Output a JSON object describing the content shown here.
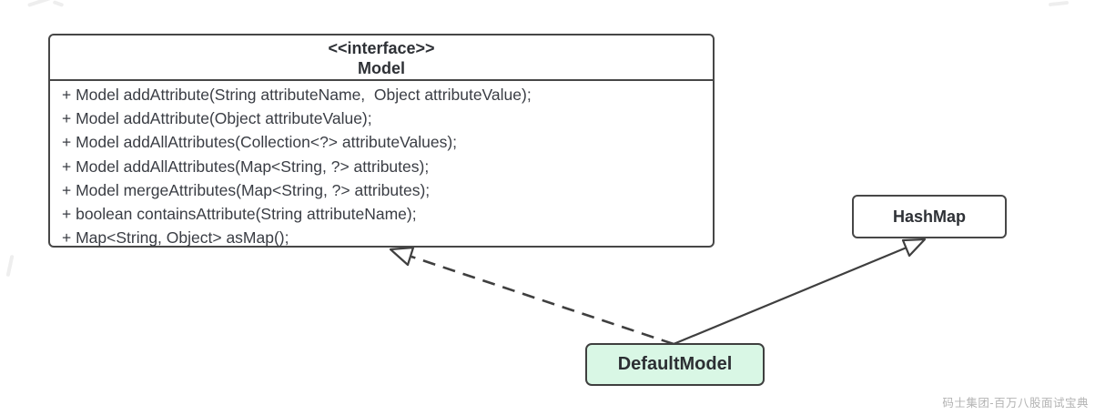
{
  "diagram": {
    "interface_box": {
      "stereotype": "<<interface>>",
      "name": "Model",
      "methods": [
        "+ Model addAttribute(String attributeName,  Object attributeValue);",
        "+ Model addAttribute(Object attributeValue);",
        "+ Model addAllAttributes(Collection<?> attributeValues);",
        "+ Model addAllAttributes(Map<String, ?> attributes);",
        "+ Model mergeAttributes(Map<String, ?> attributes);",
        "+ boolean containsAttribute(String attributeName);",
        "+ Map<String, Object> asMap();"
      ]
    },
    "hashmap_box": {
      "name": "HashMap"
    },
    "defaultmodel_box": {
      "name": "DefaultModel",
      "fill_color": "#d9f7e5"
    },
    "relations": [
      {
        "from": "DefaultModel",
        "to": "Model",
        "type": "realization",
        "line": "dashed",
        "arrowhead": "hollow-triangle"
      },
      {
        "from": "DefaultModel",
        "to": "HashMap",
        "type": "generalization",
        "line": "solid",
        "arrowhead": "hollow-triangle"
      }
    ],
    "colors": {
      "box_border": "#474747",
      "defaultmodel_fill": "#d9f7e5",
      "text": "#3a3d44",
      "watermark": "#b3b3b3"
    },
    "watermark": "码士集团-百万八股面试宝典"
  }
}
